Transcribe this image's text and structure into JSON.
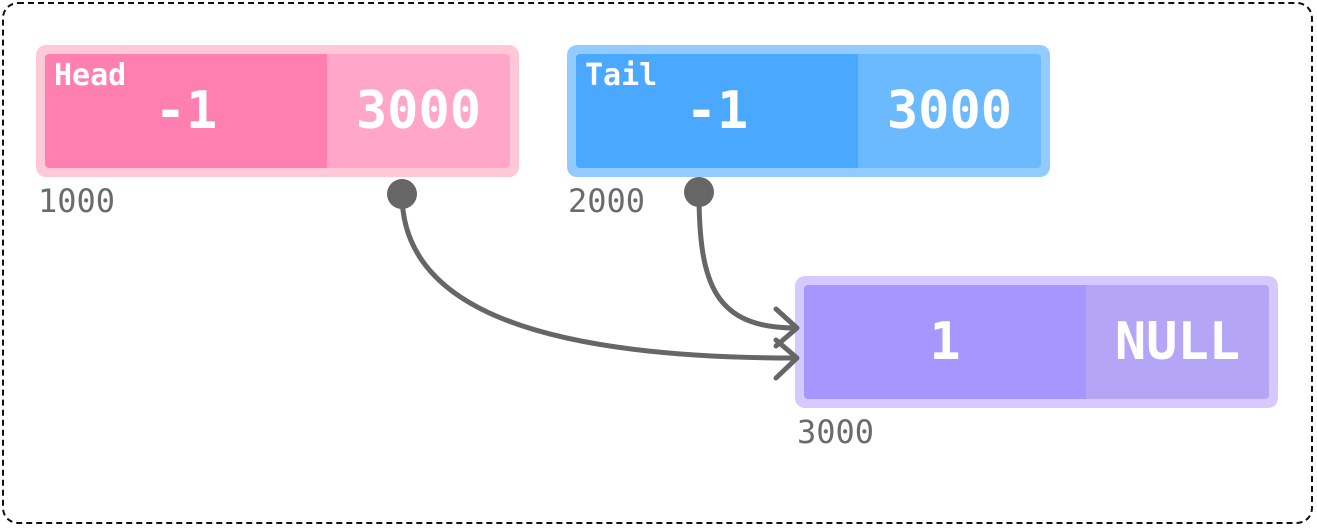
{
  "colors": {
    "head_outer": "#ffc8d6",
    "head_value": "#ff7fb1",
    "head_next": "#ffa6c9",
    "tail_outer": "#92cbff",
    "tail_value": "#4aa8ff",
    "tail_next": "#6bb9ff",
    "node_outer": "#d6c9ff",
    "node_value": "#a896ff",
    "node_next": "#b4a5f7",
    "arrow": "#666666"
  },
  "nodes": {
    "head": {
      "label": "Head",
      "value": "-1",
      "next": "3000",
      "address": "1000"
    },
    "tail": {
      "label": "Tail",
      "value": "-1",
      "next": "3000",
      "address": "2000"
    },
    "node": {
      "value": "1",
      "next": "NULL",
      "address": "3000"
    }
  },
  "edges": [
    {
      "from": "head",
      "to": "node"
    },
    {
      "from": "tail",
      "to": "node"
    }
  ]
}
